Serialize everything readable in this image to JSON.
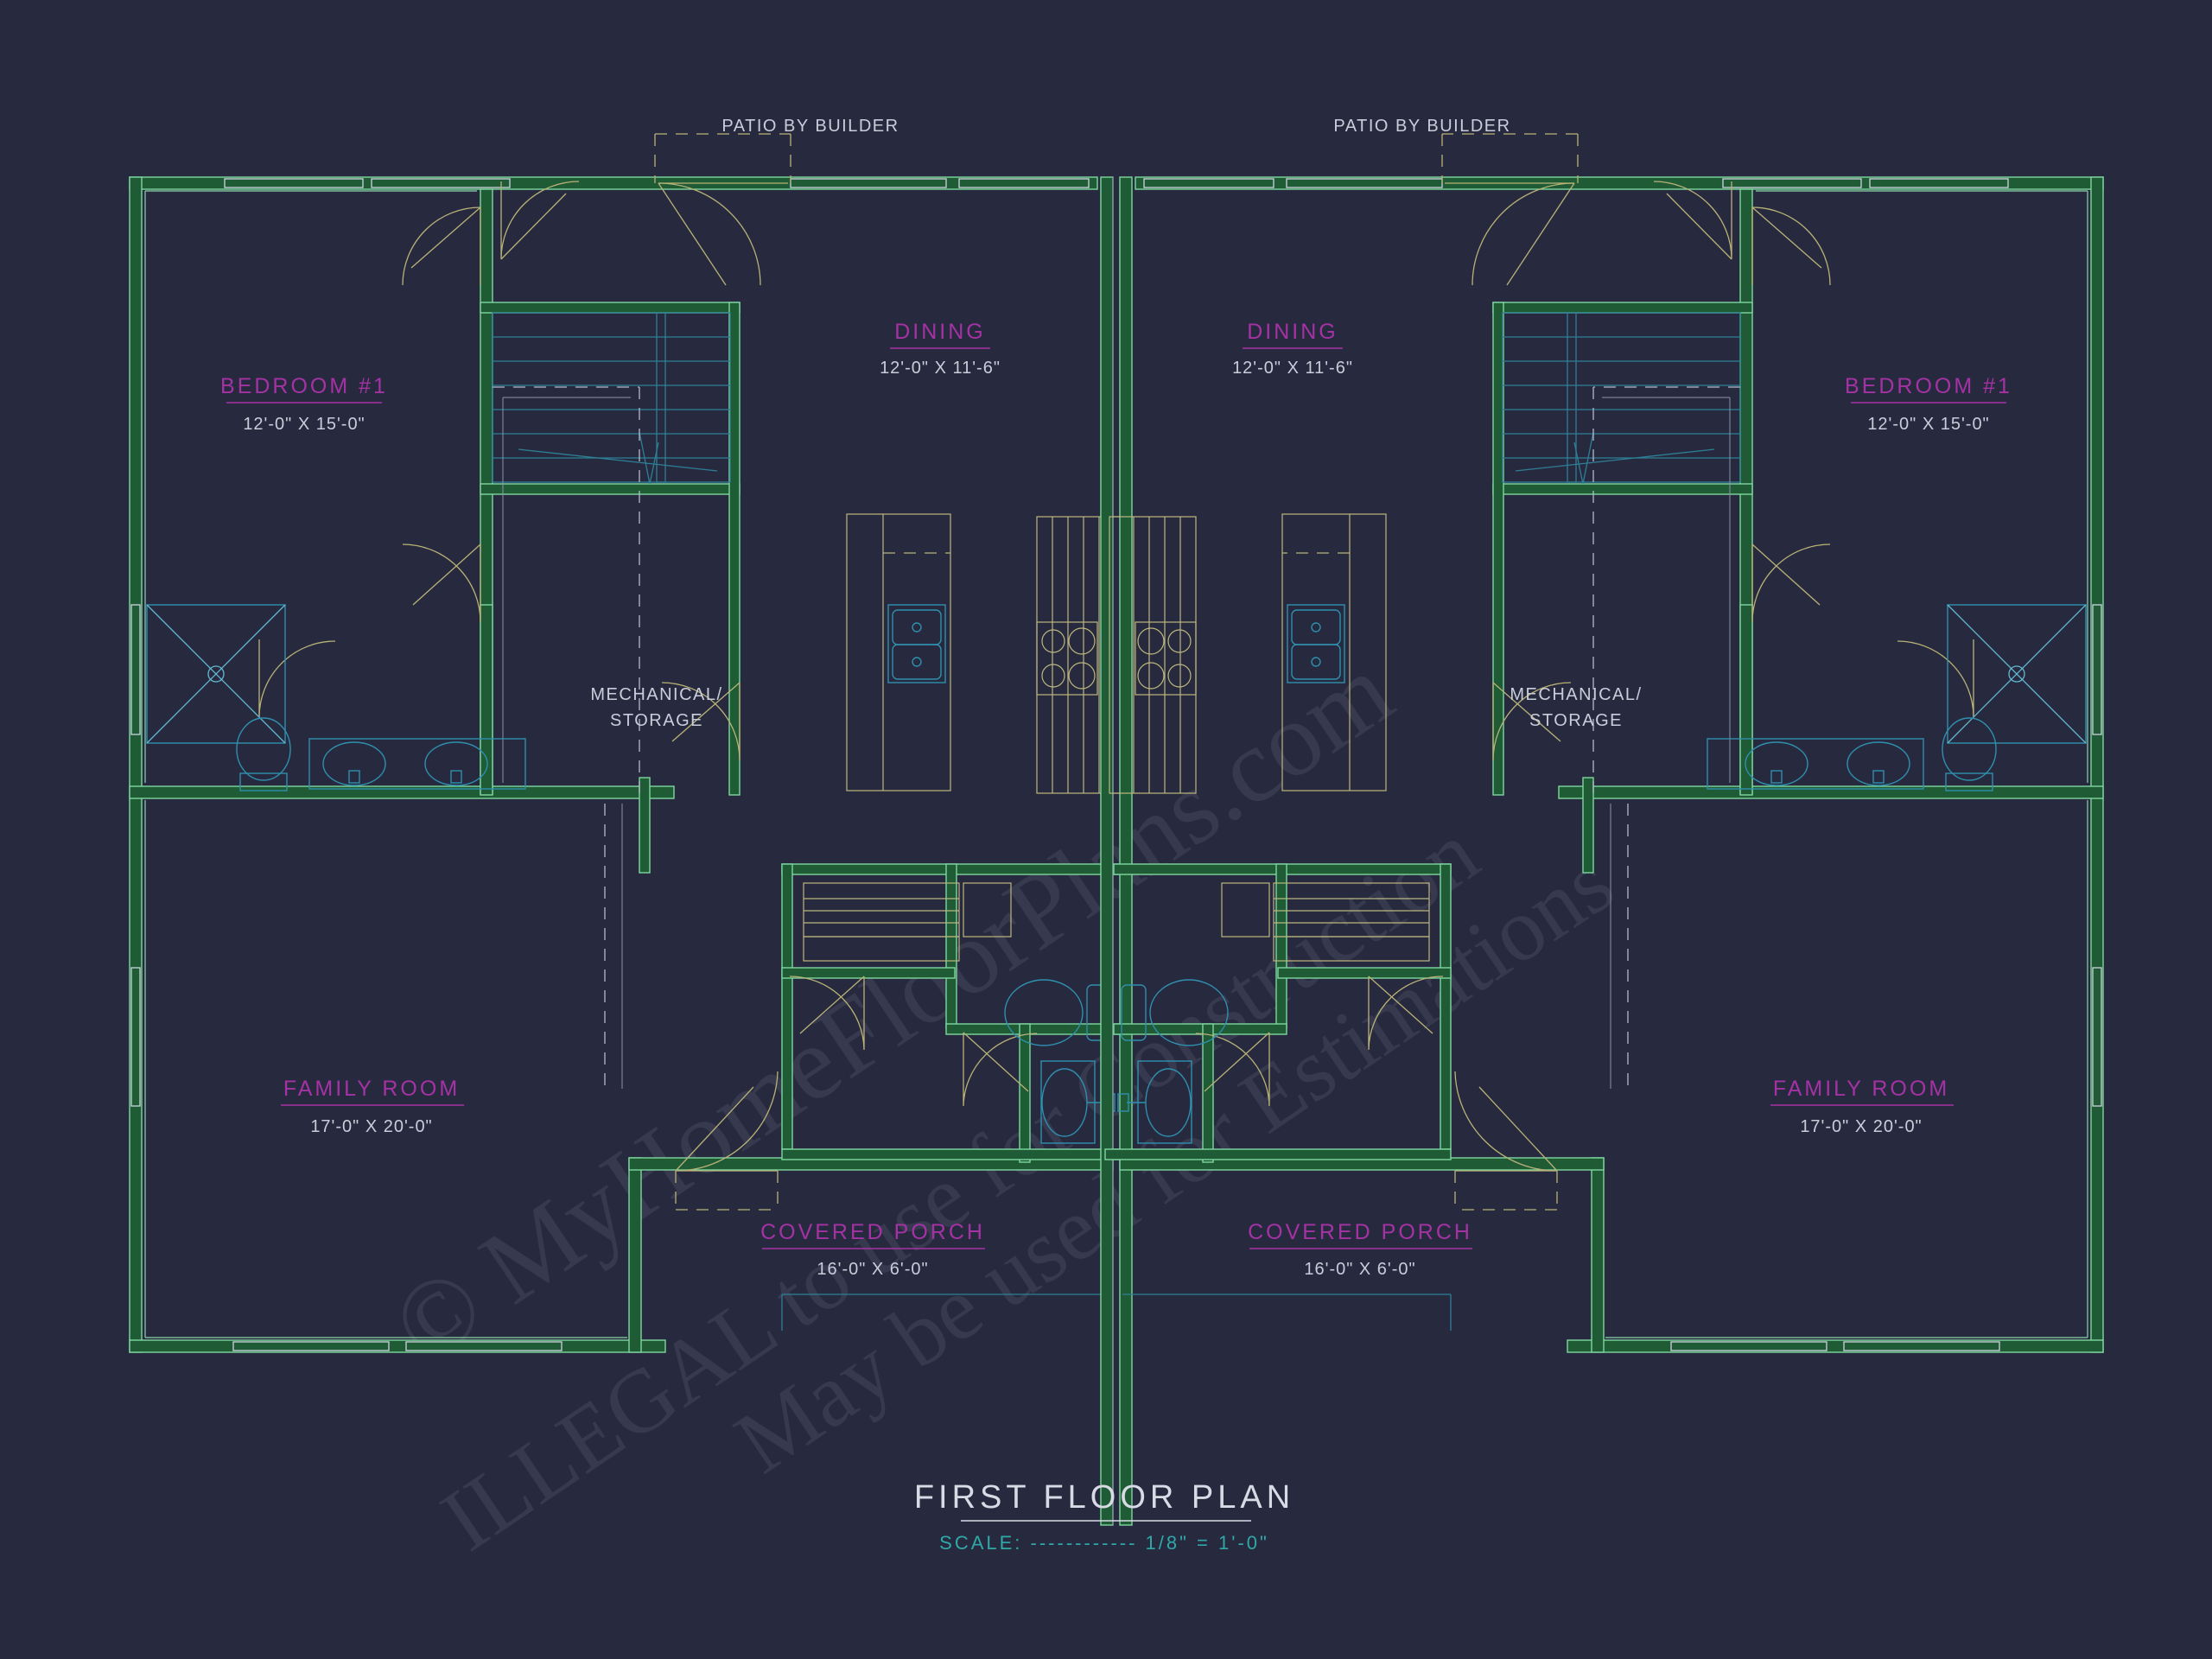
{
  "document": {
    "drawing_type": "architectural-floor-plan",
    "title": "FIRST FLOOR PLAN",
    "scale_label": "SCALE: ------------ 1/8\" = 1'-0\"",
    "background_color": "#272a3e",
    "wall_color": "#1f5c36",
    "room_label_color": "#a532a5",
    "dimension_color": "#c9ccd9",
    "fixture_color": "#2f8fae",
    "door_color": "#b9b277",
    "scale_color": "#2fa8a8"
  },
  "watermark": {
    "line1": "© MyHomeFloorPlans.com",
    "line2": "ILLEGAL to use for Construction",
    "line3": "May be used for Estimations"
  },
  "annotations": {
    "patio_left": "PATIO BY BUILDER",
    "patio_right": "PATIO BY BUILDER",
    "mechanical_left_line1": "MECHANICAL/",
    "mechanical_left_line2": "STORAGE",
    "mechanical_right_line1": "MECHANICAL/",
    "mechanical_right_line2": "STORAGE"
  },
  "rooms": {
    "left_unit": [
      {
        "name": "BEDROOM #1",
        "dimensions": "12'-0\" X 15'-0\""
      },
      {
        "name": "DINING",
        "dimensions": "12'-0\" X 11'-6\""
      },
      {
        "name": "FAMILY ROOM",
        "dimensions": "17'-0\" X 20'-0\""
      },
      {
        "name": "COVERED PORCH",
        "dimensions": "16'-0\" X 6'-0\""
      }
    ],
    "right_unit": [
      {
        "name": "BEDROOM #1",
        "dimensions": "12'-0\" X 15'-0\""
      },
      {
        "name": "DINING",
        "dimensions": "12'-0\" X 11'-6\""
      },
      {
        "name": "FAMILY ROOM",
        "dimensions": "17'-0\" X 20'-0\""
      },
      {
        "name": "COVERED PORCH",
        "dimensions": "16'-0\" X 6'-0\""
      }
    ]
  }
}
